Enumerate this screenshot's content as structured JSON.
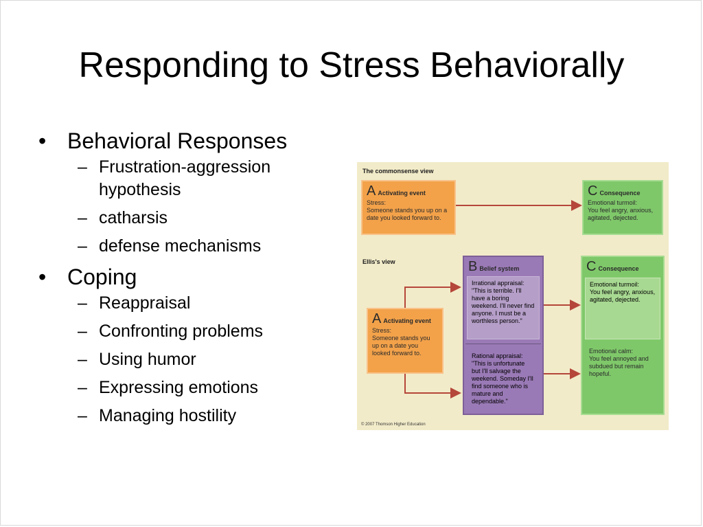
{
  "slide": {
    "title": "Responding to Stress Behaviorally",
    "bullets": [
      {
        "text": "Behavioral Responses",
        "subs": [
          "Frustration-aggression hypothesis",
          "catharsis",
          "defense mechanisms"
        ]
      },
      {
        "text": "Coping",
        "subs": [
          "Reappraisal",
          "Confronting problems",
          "Using humor",
          "Expressing emotions",
          "Managing hostility"
        ]
      }
    ],
    "bullet_glyph": "•",
    "dash_glyph": "–"
  },
  "diagram": {
    "commonsense_label": "The commonsense view",
    "ellis_label": "Ellis's view",
    "copyright": "© 2007 Thomson Higher Education",
    "a1": {
      "letter": "A",
      "heading": "Activating event",
      "text": "Stress:\nSomeone stands you up on a date you looked forward to."
    },
    "c1": {
      "letter": "C",
      "heading": "Consequence",
      "text": "Emotional turmoil:\nYou feel angry, anxious, agitated, dejected."
    },
    "a2": {
      "letter": "A",
      "heading": "Activating event",
      "text": "Stress:\nSomeone stands you up on a date you looked forward to."
    },
    "b": {
      "letter": "B",
      "heading": "Belief system",
      "irrational": "Irrational appraisal:\n\"This is terrible. I'll have a boring weekend. I'll never find anyone. I must be a worthless person.\"",
      "rational": "Rational appraisal:\n\"This is unfortunate but I'll salvage the weekend. Someday I'll find someone who is mature and dependable.\""
    },
    "c2": {
      "letter": "C",
      "heading": "Consequence",
      "turmoil": "Emotional turmoil:\nYou feel angry, anxious, agitated, dejected.",
      "calm": "Emotional calm:\nYou feel annoyed and subdued but remain hopeful."
    },
    "colors": {
      "orange": "#f3a24a",
      "green": "#7fc86a",
      "purple": "#9a7ab6",
      "arrow": "#b5463a",
      "background": "#f2ebc9"
    }
  }
}
